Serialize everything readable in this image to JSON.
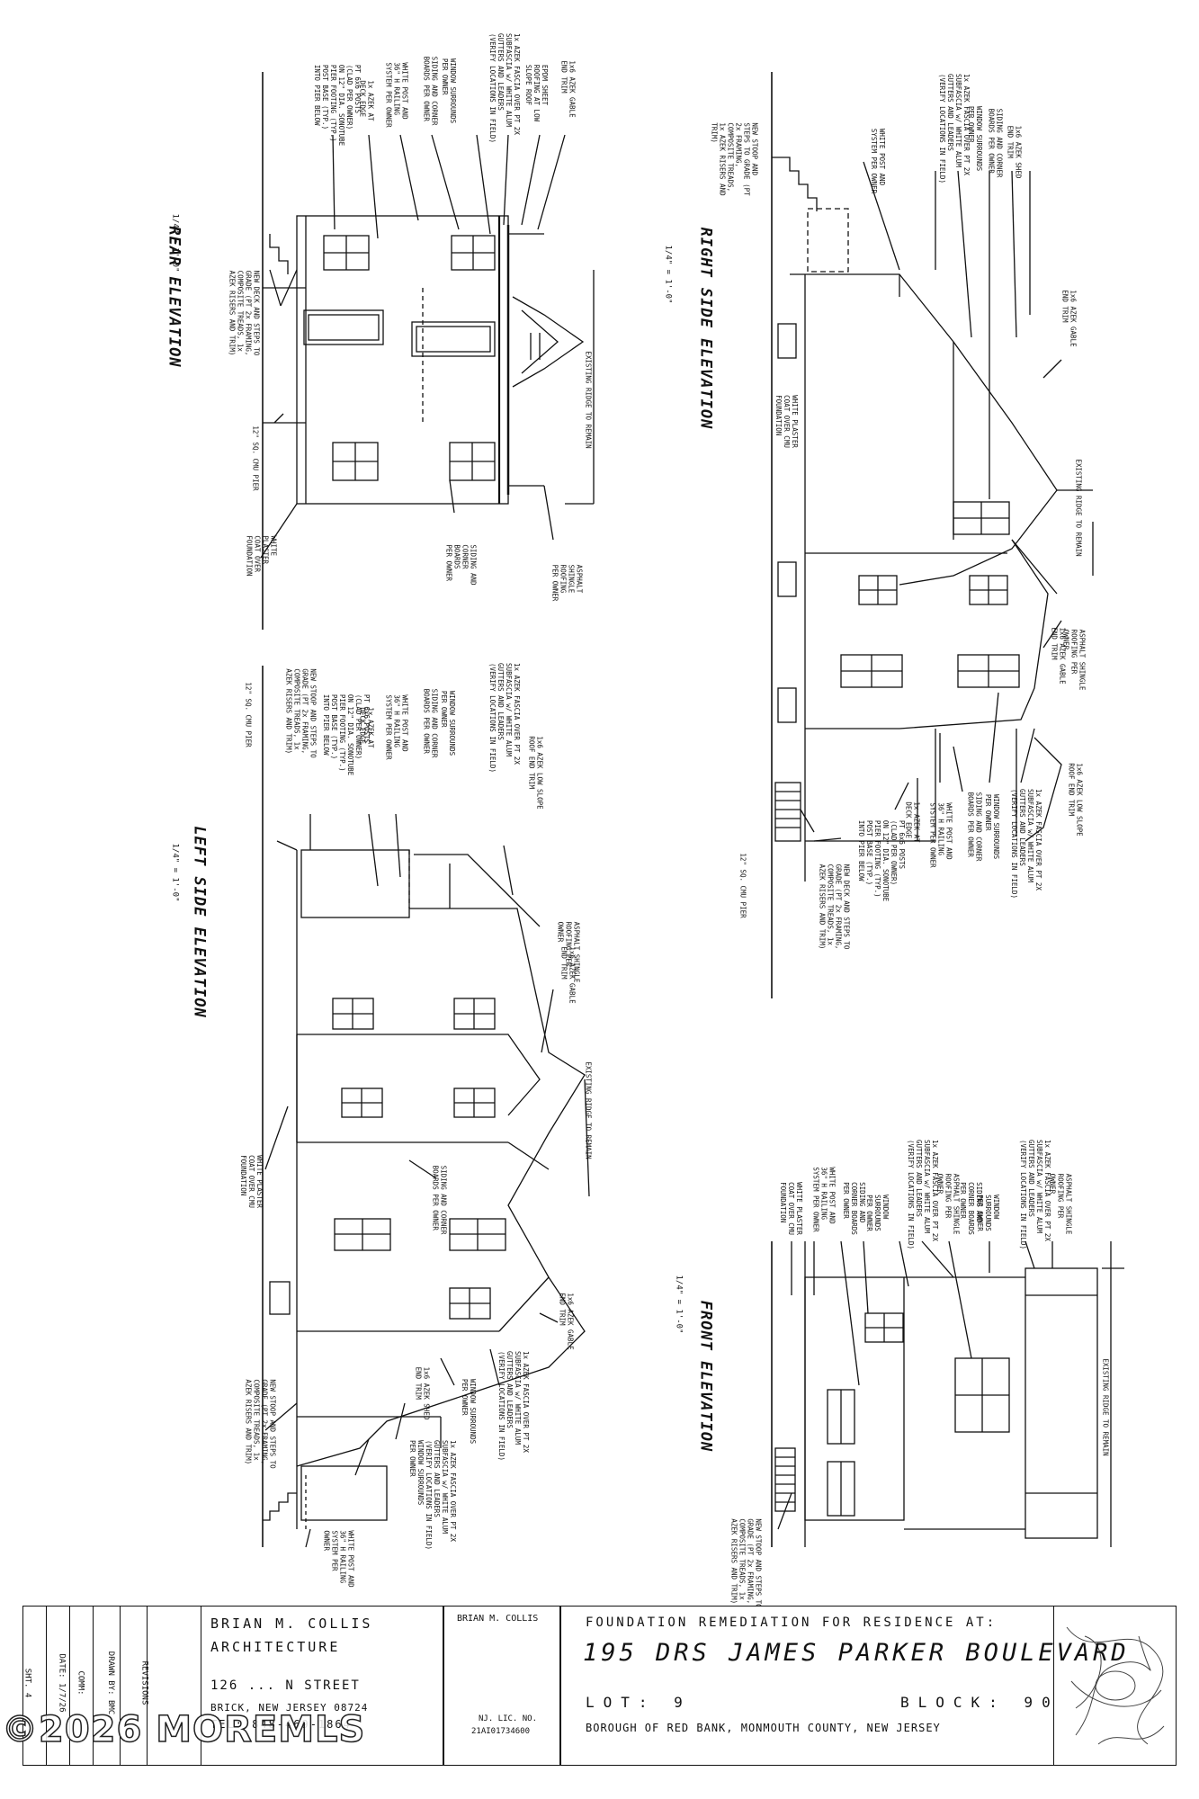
{
  "views": {
    "rear": {
      "title": "REAR ELEVATION",
      "scale": "1/4\" = 1'-0\"",
      "notes": {
        "gable": "1x6 AZEK GABLE\nEND TRIM",
        "roof": "EPDM SHEET\nROOFING AT LOW\nSLOPE ROOF",
        "fascia": "1x AZEK FASCIA OVER PT 2X\nSUBFASCIA w/ WHITE ALUM\nGUTTERS AND LEADERS\n(VERIFY LOCATIONS IN FIELD)",
        "windows": "WINDOW SURROUNDS\nPER OWNER",
        "siding": "SIDING AND CORNER\nBOARDS PER OWNER",
        "rail": "WHITE POST AND\n36\" H RAILING\nSYSTEM PER OWNER",
        "deck": "1x AZEK AT\nDECK EDGE",
        "posts": "PT 6x6 POSTS\n(CLAD PER OWNER)\nON 12\" DIA. SONOTUBE\nPIER FOOTING (TYP.)\nPOST BASE (TYP.)\nINTO PIER BELOW",
        "steps": "NEW DECK AND STEPS TO\nGRADE (PT 2x FRAMING,\nCOMPOSITE TREADS, 1x\nAZEK RISERS AND TRIM)",
        "pier": "12\" SQ. CMU PIER",
        "plaster": "WHITE\nPLASTER\nCOAT OVER\nFOUNDATION",
        "siding2": "SIDING AND\nCORNER\nBOARDS\nPER OWNER",
        "shingle": "ASPHALT\nSHINGLE\nROOFING\nPER OWNER",
        "ridge": "EXISTING RIDGE TO REMAIN"
      }
    },
    "right": {
      "title": "RIGHT SIDE ELEVATION",
      "scale": "1/4\" = 1'-0\"",
      "notes": {
        "stoop": "NEW STOOP AND\nSTEPS TO GRADE (PT\n2x FRAMING,\nCOMPOSITE TREADS,\n1x AZEK RISERS AND\nTRIM)",
        "rail": "WHITE POST AND\nSYSTEM PER OWNER",
        "fascia": "1x AZEK FASCIA OVER PT 2X\nSUBFASCIA w/ WHITE ALUM\nGUTTERS AND LEADERS\n(VERIFY LOCATIONS IN FIELD)",
        "windows": "WINDOW SURROUNDS\nPER OWNER",
        "siding": "SIDING AND CORNER\nBOARDS PER OWNER",
        "shed": "1x6 AZEK SHED\nEND TRIM",
        "gable": "1x6 AZEK GABLE\nEND TRIM",
        "ridge": "EXISTING RIDGE TO REMAIN",
        "shingle": "ASPHALT SHINGLE\nROOFING PER\nOWNER",
        "gable2": "1x6 AZEK GABLE\nEND TRIM",
        "plaster": "WHITE PLASTER\nCOAT OVER CMU\nFOUNDATION",
        "lowslope": "1x6 AZEK LOW SLOPE\nROOF END TRIM",
        "fascia2": "1x AZEK FASCIA OVER PT 2X\nSUBFASCIA w/ WHITE ALUM\nGUTTERS AND LEADERS\n(VERIFY LOCATIONS IN FIELD)",
        "windows2": "WINDOW SURROUNDS\nPER OWNER",
        "siding2": "SIDING AND CORNER\nBOARDS PER OWNER",
        "rail2": "WHITE POST AND\n36\" H RAILING\nSYSTEM PER OWNER",
        "deck": "1x AZEK AT\nDECK EDGE",
        "posts": "PT 6x6 POSTS\n(CLAD PER OWNER)\nON 12\" DIA. SONOTUBE\nPIER FOOTING (TYP.)\nPOST BASE (TYP.)\nINTO PIER BELOW",
        "steps": "NEW DECK AND STEPS TO\nGRADE (PT 2x FRAMING,\nCOMPOSITE TREADS, 1x\nAZEK RISERS AND TRIM)",
        "pier": "12\" SQ. CMU PIER"
      }
    },
    "left": {
      "title": "LEFT SIDE ELEVATION",
      "scale": "1/4\" = 1'-0\"",
      "notes": {
        "pier": "12\" SQ. CMU PIER",
        "stoop": "NEW STOOP AND STEPS TO\nGRADE (PT 2x FRAMING,\nCOMPOSITE TREADS, 1x\nAZEK RISERS AND TRIM)",
        "posts": "PT 6x6 POSTS\n(CLAD PER OWNER)\nON 12\" DIA. SONOTUBE\nPIER FOOTING (TYP.)\nPOST BASE (TYP.)\nINTO PIER BELOW",
        "deck": "1x AZEK AT\nDECK EDGE",
        "rail": "WHITE POST AND\n36\" H RAILING\nSYSTEM PER OWNER",
        "siding": "SIDING AND CORNER\nBOARDS PER OWNER",
        "windows": "WINDOW SURROUNDS\nPER OWNER",
        "fascia": "1x AZEK FASCIA OVER PT 2X\nSUBFASCIA w/ WHITE ALUM\nGUTTERS AND LEADERS\n(VERIFY LOCATIONS IN FIELD)",
        "lowslope": "1x6 AZEK LOW SLOPE\nROOF END TRIM",
        "shingle": "ASPHALT SHINGLE\nROOFING PER\nOWNER",
        "gable": "1x6 AZEK GABLE\nEND TRIM",
        "ridge": "EXISTING RIDGE TO REMAIN",
        "plaster": "WHITE PLASTER\nCOAT OVER CMU\nFOUNDATION",
        "siding2": "SIDING AND CORNER\nBOARDS PER OWNER",
        "gable2": "1x6 AZEK GABLE\nEND TRIM",
        "fascia2": "1x AZEK FASCIA OVER PT 2X\nSUBFASCIA w/ WHITE ALUM\nGUTTERS AND LEADERS\n(VERIFY LOCATIONS IN FIELD)",
        "windows2": "WINDOW SURROUNDS\nPER OWNER",
        "shed": "1x6 AZEK SHED\nEND TRIM",
        "fascia3": "1x AZEK FASCIA OVER PT 2X\nSUBFASCIA w/ WHITE ALUM\nGUTTERS AND LEADERS\n(VERIFY LOCATIONS IN FIELD)\nWINDOW SURROUNDS\nPER OWNER",
        "stoop2": "NEW STOOP AND STEPS TO\nGRADE (PT 2x FRAMING,\nCOMPOSITE TREADS, 1x\nAZEK RISERS AND TRIM)",
        "rail2": "WHITE POST AND\n36\" H RAILING\nSYSTEM PER\nOWNER"
      }
    },
    "front": {
      "title": "FRONT ELEVATION",
      "scale": "1/4\" = 1'-0\"",
      "notes": {
        "plaster": "WHITE PLASTER\nCOAT OVER CMU\nFOUNDATION",
        "rail": "WHITE POST AND\n36\" H RAILING\nSYSTEM PER OWNER",
        "corner": "SIDING AND\nCORNER BOARDS\nPER OWNER",
        "windows": "WINDOW\nSURROUNDS\nPER OWNER",
        "fascia": "1x AZEK FASCIA OVER PT 2X\nSUBFASCIA w/ WHITE ALUM\nGUTTERS AND LEADERS\n(VERIFY LOCATIONS IN FIELD)",
        "shingle": "ASPHALT SHINGLE\nROOFING PER\nOWNER",
        "corner2": "SIDING AND\nCORNER BOARDS\nPER OWNER",
        "windows2": "WINDOW\nSURROUNDS\nPER OWNER",
        "fascia2": "1x AZEK FASCIA OVER PT 2X\nSUBFASCIA w/ WHITE ALUM\nGUTTERS AND LEADERS\n(VERIFY LOCATIONS IN FIELD)",
        "shingle2": "ASPHALT SHINGLE\nROOFING PER\nOWNER",
        "ridge": "EXISTING RIDGE TO REMAIN",
        "stoop": "NEW STOOP AND STEPS TO\nGRADE (PT 2x FRAMING,\nCOMPOSITE TREADS, 1x\nAZEK RISERS AND TRIM)"
      }
    }
  },
  "title_block": {
    "sheet": "SHT. 4",
    "date": "DATE: 1/7/26",
    "comm": "COMM:",
    "drawn": "DRAWN BY: BMC",
    "revisions": "REVISIONS",
    "firm_line1": "BRIAN M. COLLIS",
    "firm_line2": "ARCHITECTURE",
    "firm_street": "126 ... N STREET",
    "firm_city": "BRICK, NEW JERSEY 08724",
    "firm_tel": "TEL: 848-469-1864",
    "seal_name": "BRIAN M. COLLIS",
    "license_label": "NJ. LIC. NO.",
    "license_no": "21AI01734600",
    "project_heading": "FOUNDATION REMEDIATION FOR RESIDENCE AT:",
    "project_address": "195 DRS JAMES PARKER BOULEVARD",
    "lot": "LOT: 9",
    "block": "BLOCK: 90",
    "borough": "BOROUGH OF RED BANK, MONMOUTH COUNTY, NEW JERSEY"
  },
  "watermark": "©2026 MOREMLS"
}
